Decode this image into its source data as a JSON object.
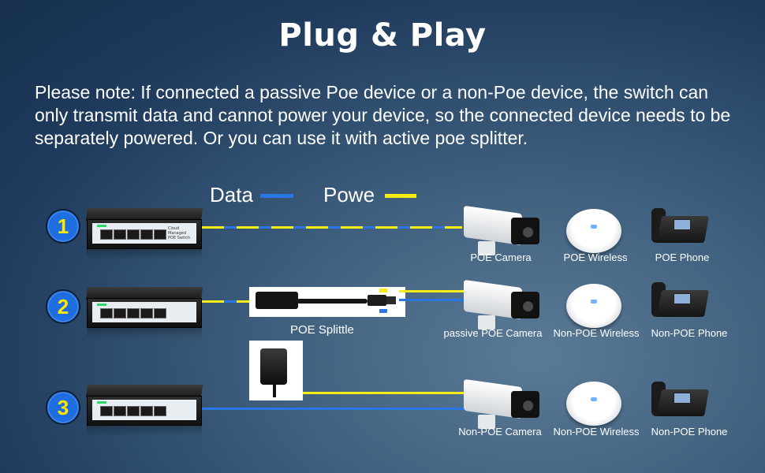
{
  "title": "Plug & Play",
  "note": "Please note: If connected a passive Poe device or a non-Poe device, the switch can only transmit data and cannot power your device, so the connected device needs to be separately powered. Or you can use it with active poe splitter.",
  "legend": {
    "data": "Data",
    "power": "Powe"
  },
  "switch": {
    "brand_lines": [
      "Cloud Managed",
      "POE Switch"
    ]
  },
  "rows": [
    {
      "number": "1",
      "devices": [
        "POE  Camera",
        "POE  Wireless",
        "POE  Phone"
      ]
    },
    {
      "number": "2",
      "accessory": "POE Splittle",
      "devices": [
        "passive POE Camera",
        "Non-POE  Wireless",
        "Non-POE  Phone"
      ]
    },
    {
      "number": "3",
      "devices": [
        "Non-POE  Camera",
        "Non-POE  Wireless",
        "Non-POE  Phone"
      ]
    }
  ],
  "colors": {
    "data": "#2a76e6",
    "power": "#f8ec16",
    "badge": "#1f6ee0",
    "badge_text": "#ffe600"
  }
}
